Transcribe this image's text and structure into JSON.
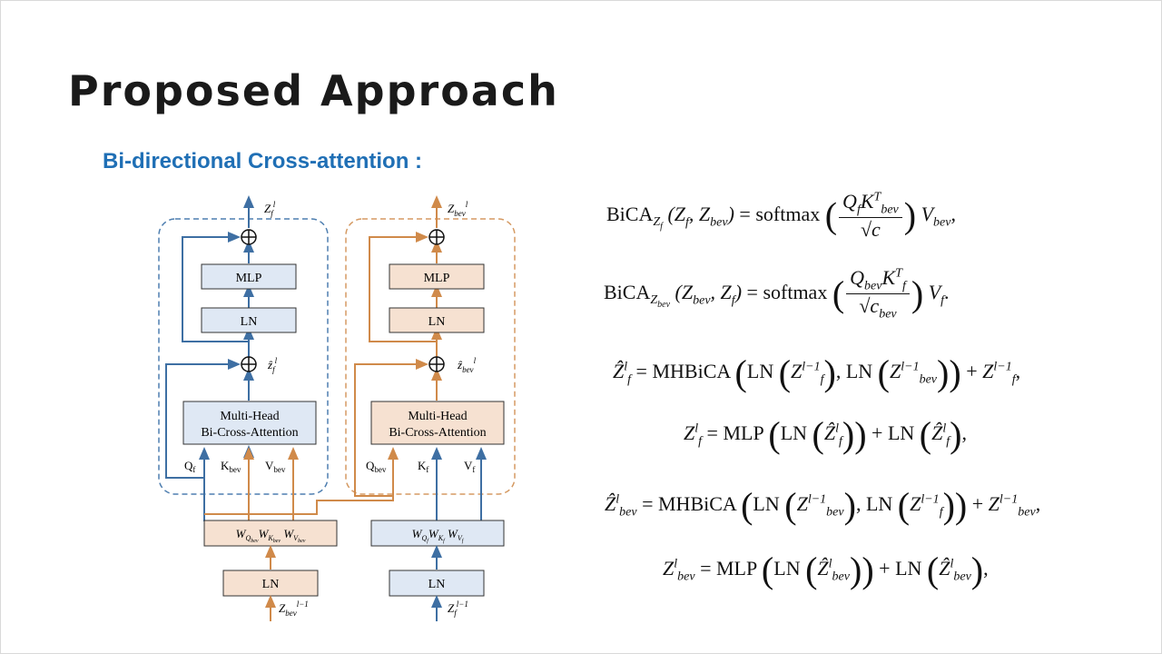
{
  "slide": {
    "title": "Proposed Approach",
    "subtitle": "Bi-directional Cross-attention :"
  },
  "diagram": {
    "left_branch": {
      "output": "Zfl",
      "mlp": "MLP",
      "ln_top": "LN",
      "residual_label": "ẑfl",
      "attention_line1": "Multi-Head",
      "attention_line2": "Bi-Cross-Attention",
      "inputs": [
        "Qf",
        "Kbev",
        "Vbev"
      ]
    },
    "right_branch": {
      "output": "Zbevl",
      "mlp": "MLP",
      "ln_top": "LN",
      "residual_label": "ẑbevl",
      "attention_line1": "Multi-Head",
      "attention_line2": "Bi-Cross-Attention",
      "inputs": [
        "Qbev",
        "Kf",
        "Vf"
      ]
    },
    "bev_projection": "WQbev WKbev WVbev",
    "f_projection": "WQf WKf WVf",
    "bev_ln": "LN",
    "f_ln": "LN",
    "bev_input": "Zbevl−1",
    "f_input": "Zfl−1",
    "colors": {
      "blue_line": "#3e6fa3",
      "orange_line": "#d08a4a",
      "blue_box": "#dfe8f4",
      "orange_box": "#f6e1d1",
      "blue_dash": "#4f7fb0",
      "orange_dash": "#d59a63"
    }
  },
  "equations": [
    "BiCA_{Z_f}(Z_f, Z_bev) = softmax(Q_f K_bev^T / √c) V_bev,",
    "BiCA_{Z_bev}(Z_bev, Z_f) = softmax(Q_bev K_f^T / √c_bev) V_f.",
    "Ẑ_f^l = MHBiCA(LN(Z_f^{l−1}), LN(Z_bev^{l−1})) + Z_f^{l−1},",
    "Z_f^l = MLP(LN(Ẑ_f^l)) + LN(Ẑ_f^l),",
    "Ẑ_bev^l = MHBiCA(LN(Z_bev^{l−1}), LN(Z_f^{l−1})) + Z_bev^{l−1},",
    "Z_bev^l = MLP(LN(Ẑ_bev^l)) + LN(Ẑ_bev^l),"
  ],
  "eq_text": {
    "bica": "BiCA",
    "softmax": "softmax",
    "mhbica": "MHBiCA",
    "mlp": "MLP",
    "ln": "LN"
  }
}
